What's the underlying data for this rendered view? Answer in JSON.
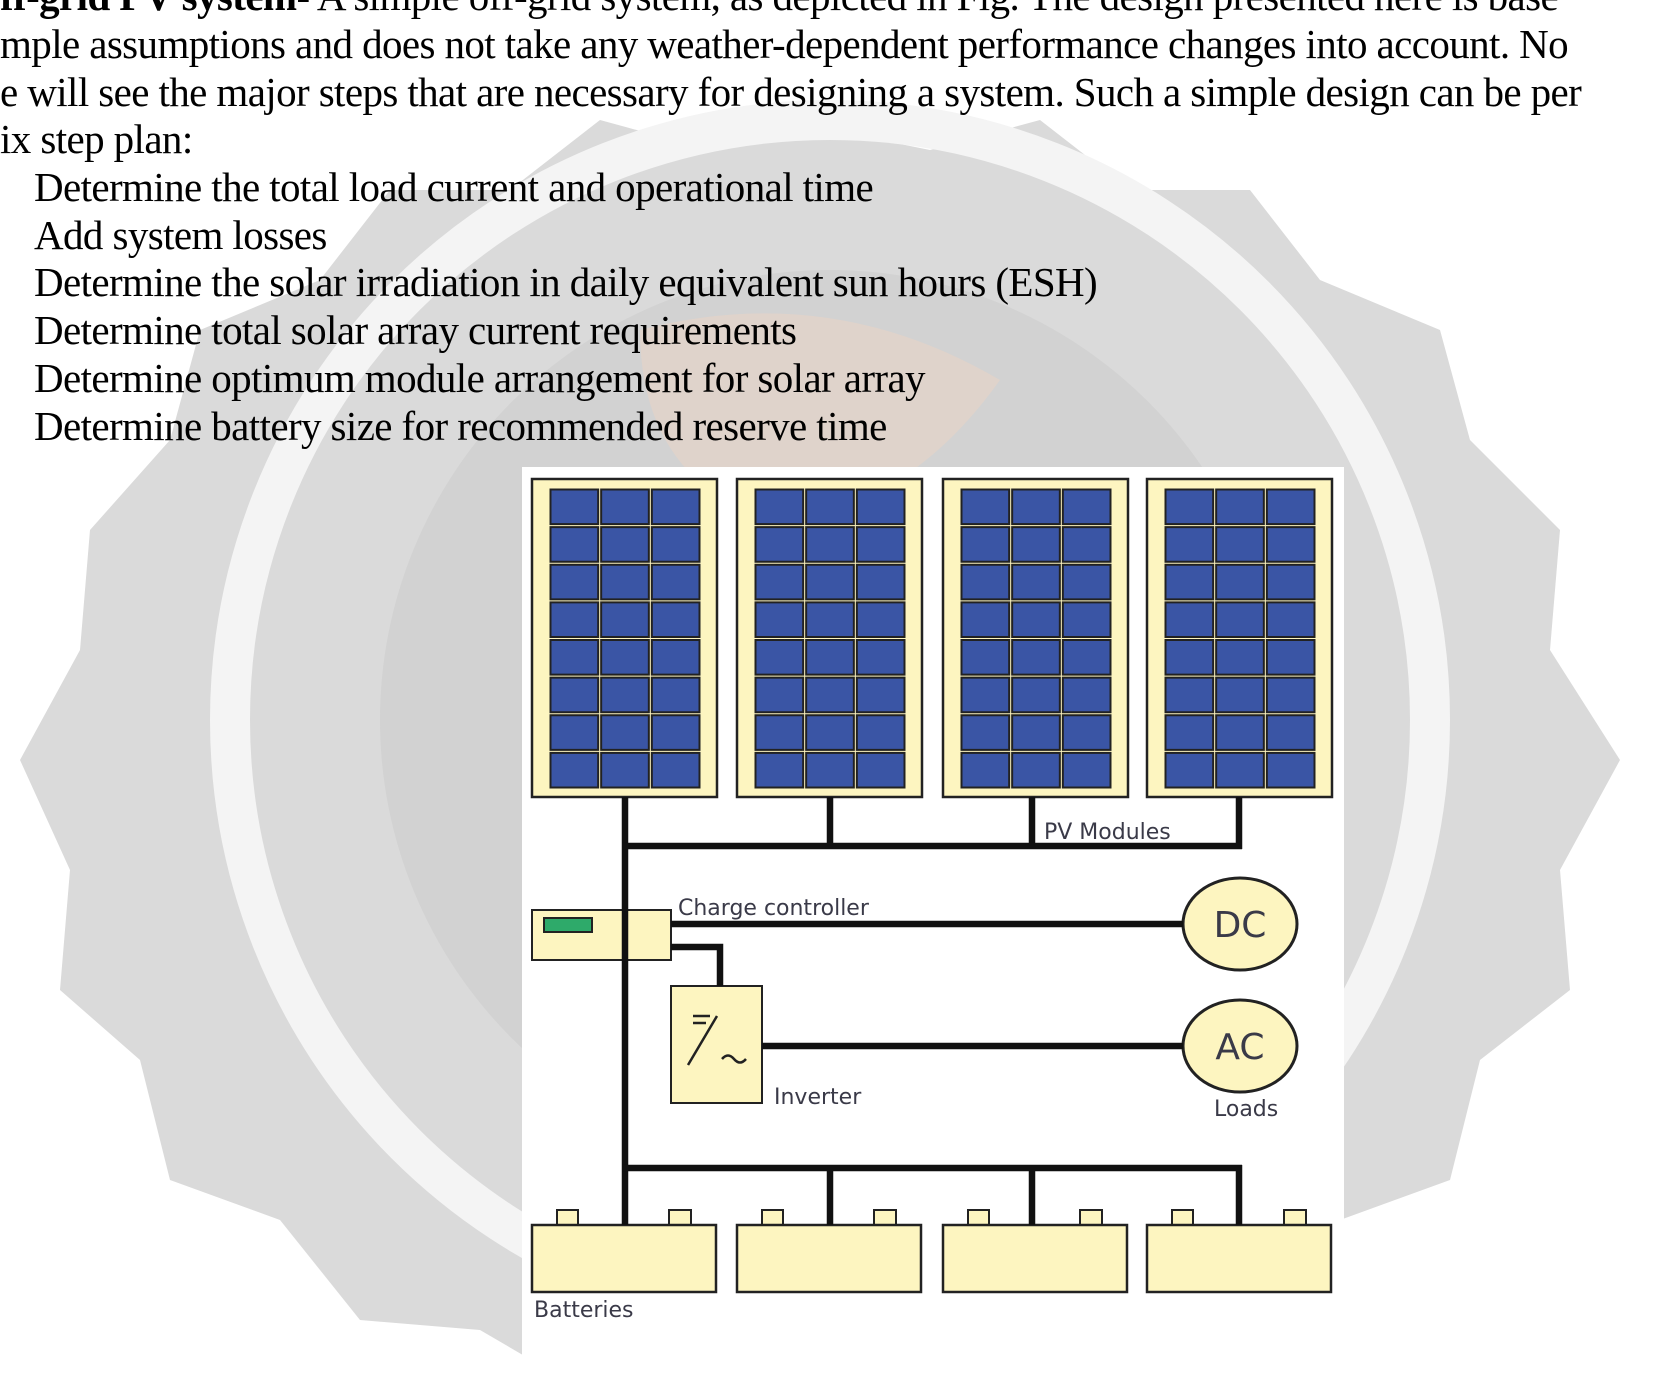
{
  "paragraph": {
    "heading_bold": "ff-grid PV system",
    "line1_rest": "- A simple off-grid system, as depicted in Fig. The design presented here is base",
    "line2": "mple assumptions and does not take any weather-dependent performance changes into account.  No",
    "line3": "e will see the major steps that are necessary for designing a system. Such a simple design can be per",
    "line4": "ix step plan:"
  },
  "steps": [
    "Determine the total load current and operational time",
    "Add system losses",
    "Determine the solar irradiation in daily equivalent sun hours (ESH)",
    "Determine total solar array current requirements",
    "Determine optimum module arrangement for solar array",
    "Determine battery size for recommended reserve time"
  ],
  "diagram": {
    "pv_label": "PV Modules",
    "charge_controller_label": "Charge controller",
    "inverter_label": "Inverter",
    "dc_label": "DC",
    "ac_label": "AC",
    "loads_label": "Loads",
    "batteries_label": "Batteries",
    "panel_count": 4,
    "cell_rows": 8,
    "cell_cols": 3,
    "battery_count": 4
  },
  "colors": {
    "panel_frame": "#fdf5c0",
    "cell": "#3a55a5",
    "wire": "#111111",
    "indicator": "#2eaa6a",
    "watermark": "#d9d9d9"
  }
}
